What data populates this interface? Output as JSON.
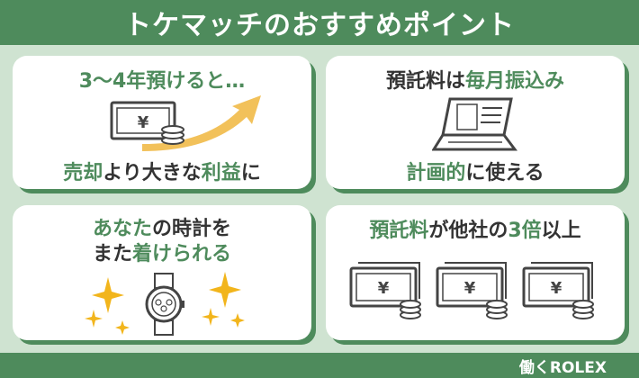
{
  "title": "トケマッチのおすすめポイント",
  "cards": [
    {
      "top": "3〜4年預けると…",
      "bottom_hl": "売却",
      "bottom_rest": "より大きな",
      "bottom_hl2": "利益",
      "bottom_tail": "に",
      "icon": "money-growth-icon"
    },
    {
      "top_a": "預託料は",
      "top_hl": "毎月振込み",
      "bottom_hl": "計画的",
      "bottom_rest": "に使える",
      "icon": "laptop-icon"
    },
    {
      "line1_hl": "あなた",
      "line1_rest": "の時計を",
      "line2_a": "また",
      "line2_hl": "着けられる",
      "icon": "watch-sparkle-icon"
    },
    {
      "top_hl": "預託料",
      "top_a": "が他社の",
      "top_hl2": "3倍",
      "top_b": "以上",
      "icon": "money-stack-icon"
    }
  ],
  "currency_symbol": "¥",
  "brand": "働くROLEX",
  "colors": {
    "accent": "#4e8b5c",
    "background": "#cfe3d1",
    "arrow": "#f2c15a",
    "sparkle": "#f2b51c",
    "text": "#333333"
  }
}
